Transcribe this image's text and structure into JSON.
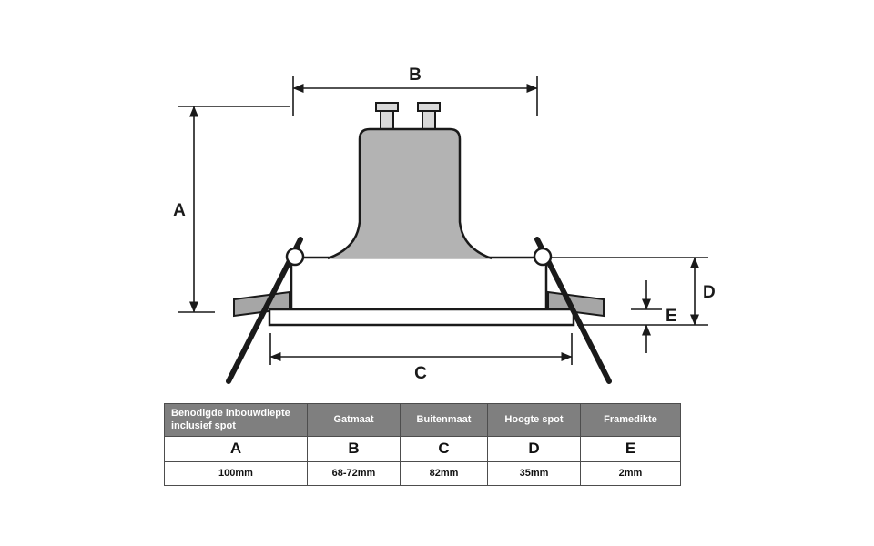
{
  "diagram": {
    "labels": {
      "a": "A",
      "b": "B",
      "c": "C",
      "d": "D",
      "e": "E"
    },
    "colors": {
      "line": "#1a1a1a",
      "bulb_fill": "#b3b3b3",
      "pin_fill": "#d9d9d9",
      "ceiling_fill": "#a6a6a6",
      "fixture_fill": "#ffffff"
    }
  },
  "table": {
    "header_bg": "#7f7f7f",
    "header_text_color": "#ffffff",
    "border_color": "#4d4d4d",
    "columns": [
      {
        "header": "Benodigde inbouwdiepte inclusief spot",
        "letter": "A",
        "value": "100mm"
      },
      {
        "header": "Gatmaat",
        "letter": "B",
        "value": "68-72mm"
      },
      {
        "header": "Buitenmaat",
        "letter": "C",
        "value": "82mm"
      },
      {
        "header": "Hoogte spot",
        "letter": "D",
        "value": "35mm"
      },
      {
        "header": "Framedikte",
        "letter": "E",
        "value": "2mm"
      }
    ]
  }
}
